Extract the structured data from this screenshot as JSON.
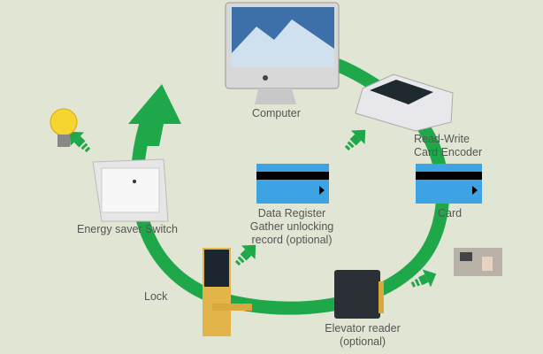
{
  "labels": {
    "computer": "Computer",
    "encoder": "Read-Write\nCard Encoder",
    "encoder_line1": "Read-Write",
    "encoder_line2": "Card Encoder",
    "energy_switch": "Energy saver Switch",
    "data_register_line1": "Data Register",
    "data_register_line2": "Gather unlocking",
    "data_register_line3": "record (optional)",
    "card": "Card",
    "lock": "Lock",
    "elevator_line1": "Elevator reader",
    "elevator_line2": "(optional)"
  },
  "colors": {
    "arrow_green": "#1fa84a",
    "card_blue": "#3ea3e3",
    "border": "#e1e5d3"
  }
}
